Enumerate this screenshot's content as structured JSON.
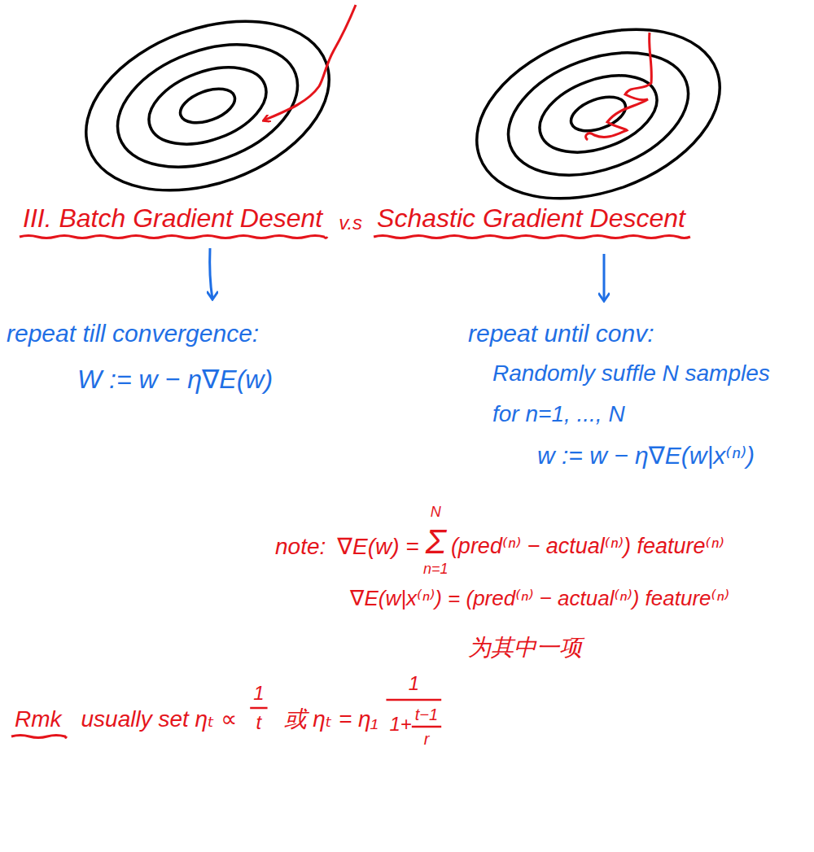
{
  "diagram": {
    "labels": [
      "III. Batch Gradient Desent",
      "v.s",
      "Schastic Gradient Descent",
      "repeat till convergence:",
      "W := w − η∇E(w)",
      "repeat until conv:",
      "Randomly suffle N samples",
      "for n=1, ..., N",
      "w := w − η∇E(w|x⁽ⁿ⁾)",
      "note:",
      "∇E(w) =",
      "Σ",
      "N",
      "n=1",
      "(pred⁽ⁿ⁾ − actual⁽ⁿ⁾) feature⁽ⁿ⁾",
      "∇E(w|x⁽ⁿ⁾) = (pred⁽ⁿ⁾ − actual⁽ⁿ⁾) feature⁽ⁿ⁾",
      "为其中一项",
      "Rmk",
      "usually set ηₜ ∝",
      "1",
      "t",
      "或 ηₜ = η₁",
      "1",
      "1+",
      "t−1",
      "r"
    ]
  }
}
